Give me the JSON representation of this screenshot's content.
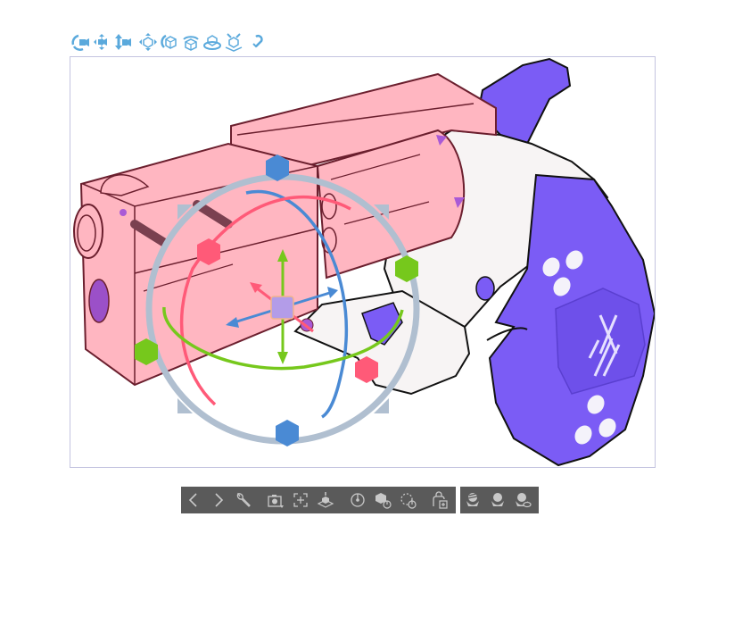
{
  "top_toolbar": {
    "accent_color": "#5aa9dc",
    "items": [
      {
        "id": "rotate-camera",
        "icon": "camera-rotate-icon",
        "label": "Rotate camera"
      },
      {
        "id": "pan-camera",
        "icon": "camera-pan-icon",
        "label": "Pan camera"
      },
      {
        "id": "dolly-camera",
        "icon": "camera-dolly-icon",
        "label": "Move camera forward/back"
      },
      {
        "id": "move-object",
        "icon": "move-object-icon",
        "label": "Move object"
      },
      {
        "id": "rotate-object",
        "icon": "rotate-object-icon",
        "label": "Rotate object"
      },
      {
        "id": "rotate-object-horizontal",
        "icon": "rotate-horizontal-icon",
        "label": "Rotate object horizontally"
      },
      {
        "id": "move-along-plane",
        "icon": "move-plane-icon",
        "label": "Move along plane"
      },
      {
        "id": "snap-to-floor",
        "icon": "snap-floor-icon",
        "label": "Snap to floor"
      },
      {
        "id": "reset-rotation",
        "icon": "undo-icon",
        "label": "Reset"
      }
    ]
  },
  "canvas": {
    "subject": "3D revolver model",
    "border_color": "#c4c4e0",
    "colors": {
      "barrel": "#ffb6c1",
      "barrel_outline": "#6b1f2e",
      "frame": "#f7f4f4",
      "grip": "#7b5cf5",
      "gizmo_ring": "#b0bfd0",
      "axis_x": "#ff5a78",
      "axis_y": "#76c81c",
      "axis_z": "#4a8ad4",
      "center_handle": "#b39ce8"
    }
  },
  "object_launcher": {
    "items": [
      {
        "id": "prev-object",
        "icon": "chevron-left-icon",
        "label": "Previous object"
      },
      {
        "id": "next-object",
        "icon": "chevron-right-icon",
        "label": "Next object"
      },
      {
        "id": "object-settings",
        "icon": "wrench-icon",
        "label": "Object settings"
      },
      {
        "id": "camera-angle",
        "icon": "camera-icon",
        "label": "Camera angle"
      },
      {
        "id": "fit-to-view",
        "icon": "fit-frame-icon",
        "label": "Fit to view"
      },
      {
        "id": "place-on-floor",
        "icon": "floor-box-icon",
        "label": "Place on floor"
      },
      {
        "id": "reset-angle",
        "icon": "dial-icon",
        "label": "Reset angle"
      },
      {
        "id": "reset-object-pose",
        "icon": "cube-reset-icon",
        "label": "Reset object"
      },
      {
        "id": "reset-rotation-pose",
        "icon": "rotate-reset-icon",
        "label": "Reset rotation"
      },
      {
        "id": "register-material",
        "icon": "bag-add-icon",
        "label": "Register as material"
      }
    ]
  },
  "light_launcher": {
    "items": [
      {
        "id": "light-source",
        "icon": "light-ball-striped-icon",
        "label": "Light source"
      },
      {
        "id": "light-soft",
        "icon": "light-ball-icon",
        "label": "Ambient light"
      },
      {
        "id": "light-settings",
        "icon": "light-ball-link-icon",
        "label": "Light settings"
      }
    ]
  }
}
